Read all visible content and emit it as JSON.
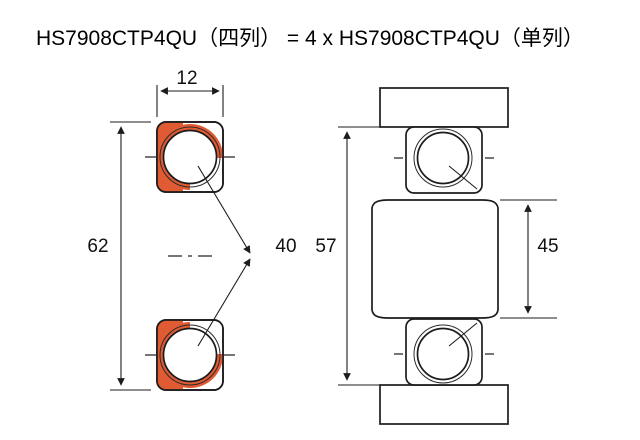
{
  "title": "HS7908CTP4QU（四列） = 4 x HS7908CTP4QU（单列）",
  "left_view": {
    "dim_width": "12",
    "dim_outer_diameter": "62",
    "dim_bore": "40"
  },
  "right_view": {
    "dim_shoulder": "57",
    "dim_shaft": "45"
  },
  "colors": {
    "cage_orange": "#e05a33",
    "housing_gray": "#d8d8d8"
  }
}
